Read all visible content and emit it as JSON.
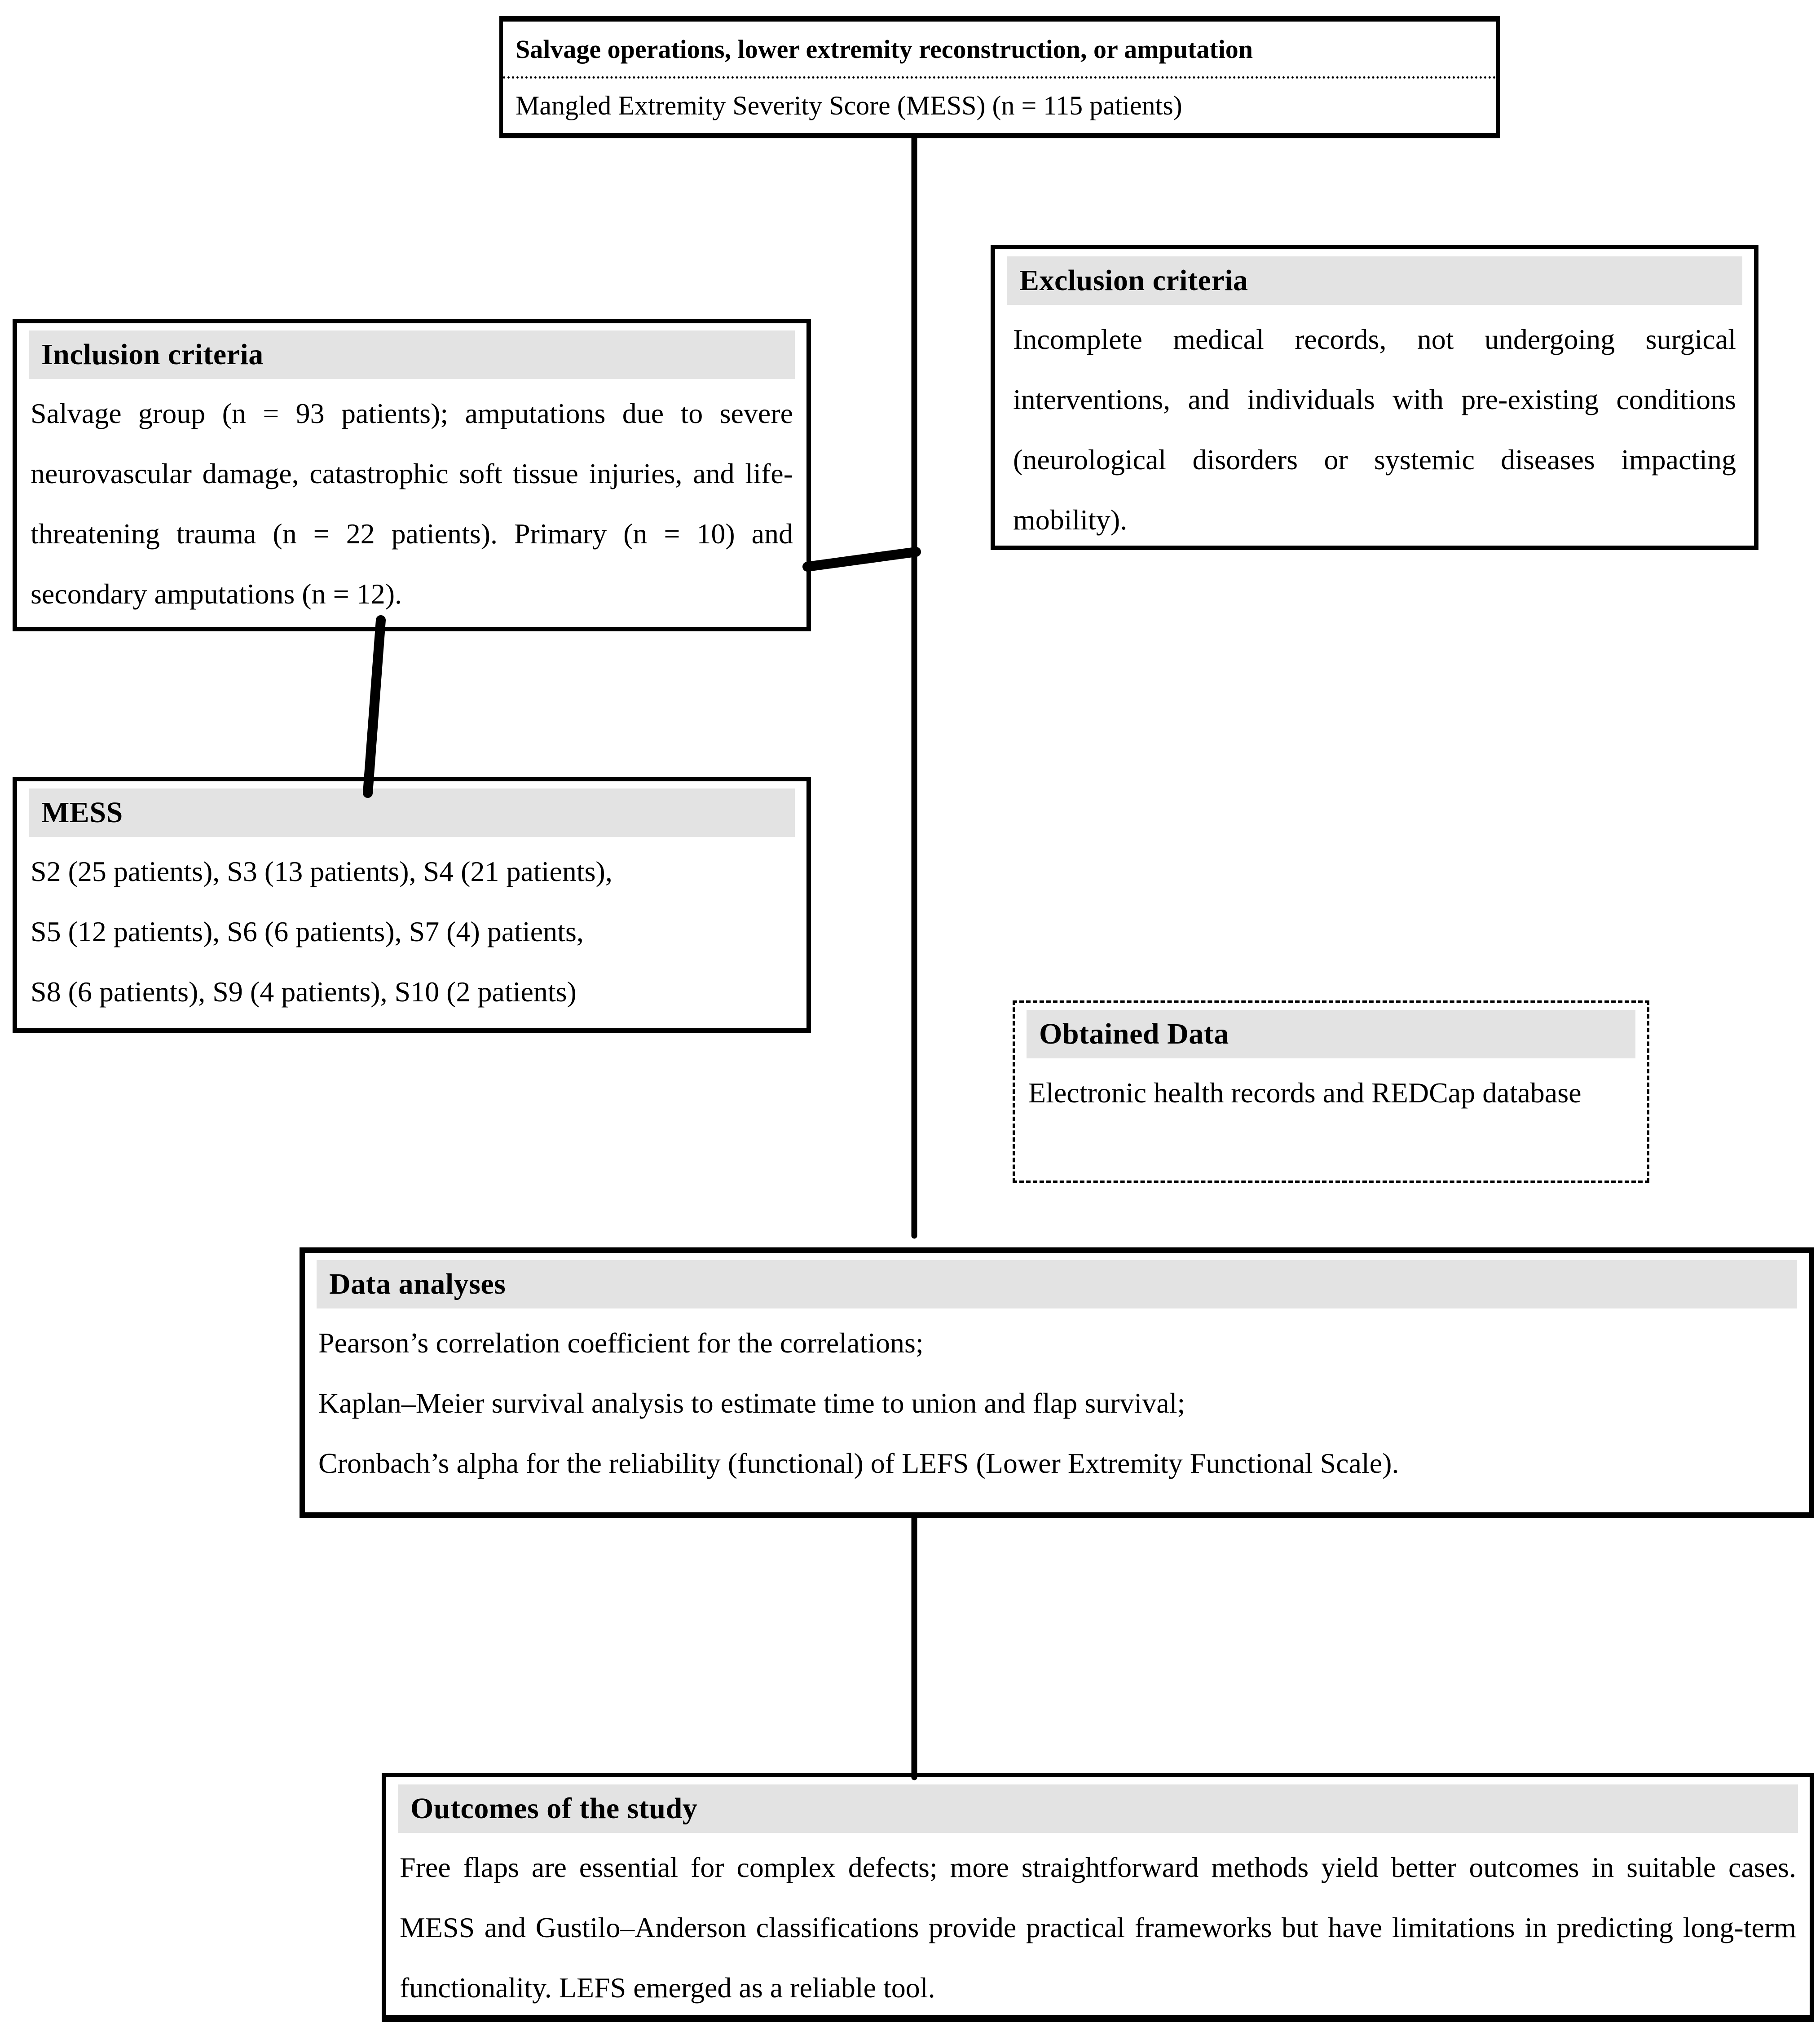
{
  "diagram": {
    "entry": {
      "title": "Salvage operations, lower extremity reconstruction, or amputation",
      "subtitle": "Mangled Extremity Severity Score (MESS) (n = 115 patients)"
    },
    "inclusion": {
      "header": "Inclusion criteria",
      "body": "Salvage group (n = 93 patients); amputations due to severe neurovascular damage, catastrophic soft tissue injuries, and life-threatening trauma (n = 22 patients). Primary (n = 10) and secondary amputations (n = 12)."
    },
    "exclusion": {
      "header": "Exclusion criteria",
      "body": "Incomplete medical records, not undergoing surgical interventions, and individuals with pre-existing conditions (neurological disorders or systemic diseases impacting mobility)."
    },
    "mess": {
      "header": "MESS",
      "lines": [
        "S2 (25 patients), S3 (13 patients), S4 (21 patients),",
        "S5 (12 patients), S6 (6 patients), S7 (4) patients,",
        "S8 (6 patients), S9 (4 patients), S10 (2 patients)"
      ]
    },
    "obtained": {
      "header": "Obtained Data",
      "body": "Electronic health records and REDCap database"
    },
    "analyses": {
      "header": "Data analyses",
      "lines": [
        "Pearson’s correlation coefficient for the correlations;",
        "Kaplan–Meier survival analysis to estimate time to union and flap survival;",
        "Cronbach’s alpha for the reliability (functional) of LEFS (Lower Extremity Functional Scale)."
      ]
    },
    "outcomes": {
      "header": "Outcomes of the study",
      "body": "Free flaps are essential for complex defects; more straightforward methods yield better outcomes in suitable cases. MESS and Gustilo–Anderson classifications provide practical frameworks but have limitations in predicting long-term functionality. LEFS emerged as a reliable tool."
    }
  },
  "colors": {
    "background": "#ffffff",
    "text": "#000000",
    "box_border": "#000000",
    "header_band_bg": "#e3e3e3",
    "connector": "#000000"
  }
}
